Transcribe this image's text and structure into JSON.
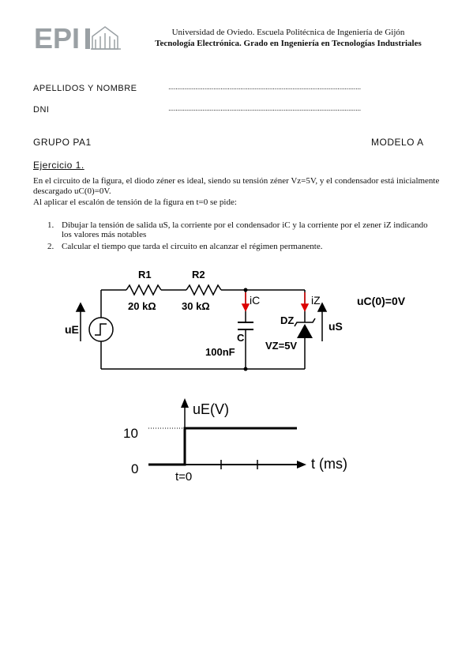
{
  "header": {
    "logo_text": "EPI",
    "line1": "Universidad de Oviedo. Escuela Politécnica de Ingeniería de Gijón",
    "line2": "Tecnología Electrónica. Grado en Ingeniería en Tecnologías Industriales"
  },
  "form": {
    "name_label": "APELLIDOS Y NOMBRE",
    "dni_label": "DNI",
    "dots": "..........................................................................................................."
  },
  "exam": {
    "group": "GRUPO PA1",
    "model": "MODELO A",
    "exercise": "Ejercicio 1."
  },
  "statement": {
    "p1": "En el circuito de la figura, el diodo zéner es ideal, siendo su tensión zéner Vz=5V, y el condensador está inicialmente descargado uC(0)=0V.",
    "p2": "Al aplicar el escalón de tensión de la figura en t=0 se pide:",
    "items": [
      {
        "num": "1.",
        "text": "Dibujar la tensión de salida uS, la corriente por el condensador iC y la corriente por el zener iZ indicando los valores más notables"
      },
      {
        "num": "2.",
        "text": "Calcular el tiempo que tarda el circuito en alcanzar el régimen permanente."
      }
    ]
  },
  "circuit": {
    "r1_label": "R1",
    "r1_value": "20 kΩ",
    "r2_label": "R2",
    "r2_value": "30 kΩ",
    "source_label": "uE",
    "cap_label": "C",
    "cap_value": "100nF",
    "ic_label": "iC",
    "iz_label": "iZ",
    "dz_label": "DZ",
    "vz_label": "VZ=5V",
    "us_label": "uS",
    "initial_condition": "uC(0)=0V"
  },
  "graph": {
    "ylabel": "uE(V)",
    "xlabel": "t (ms)",
    "tick_high": "10",
    "tick_zero": "0",
    "t0_label": "t=0"
  }
}
